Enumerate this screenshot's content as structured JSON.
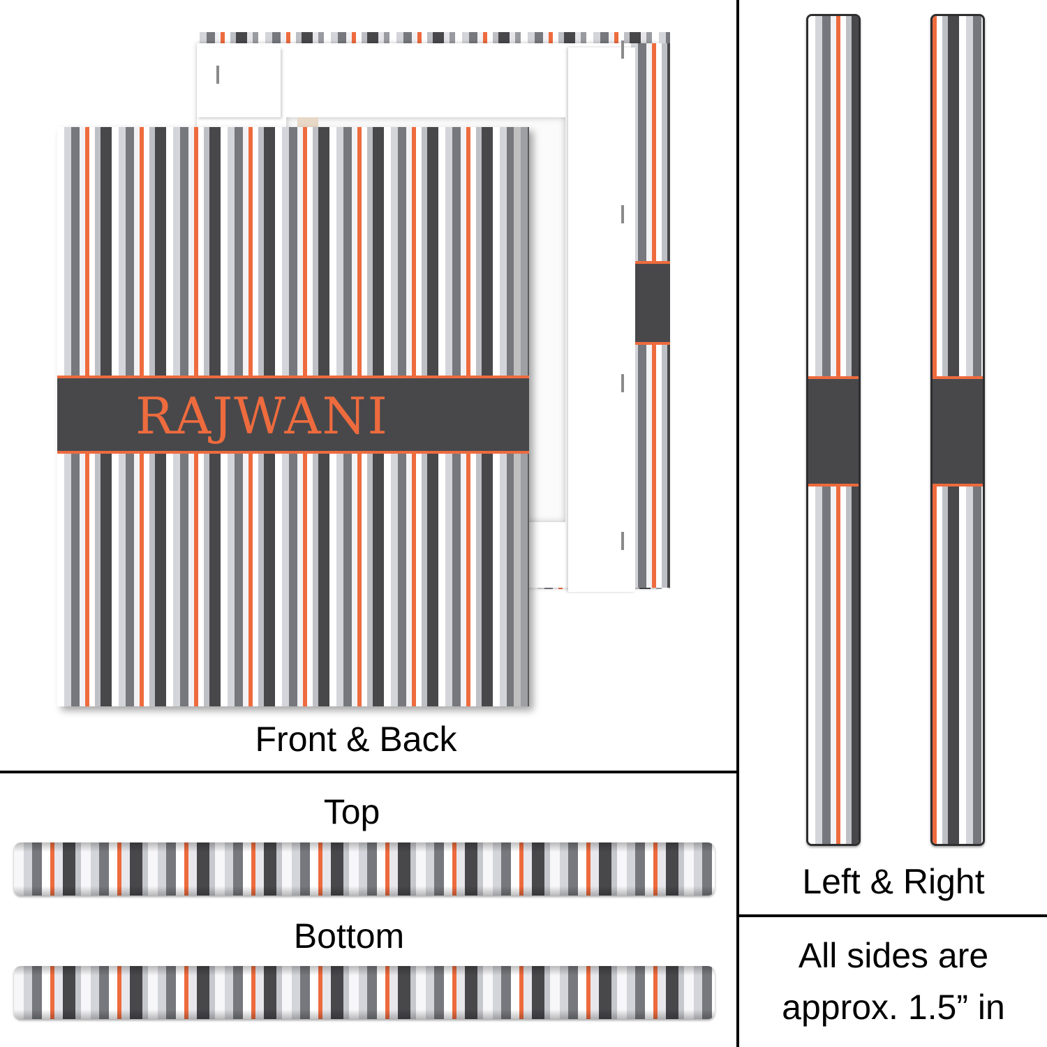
{
  "monogram": "RAJWANI",
  "labels": {
    "front_back": "Front & Back",
    "top": "Top",
    "bottom": "Bottom",
    "left_right": "Left & Right",
    "note_line1": "All sides are",
    "note_line2": "approx. 1.5” in"
  },
  "colors": {
    "accent": "#ee6b3e",
    "dark_gray": "#48484b",
    "mid_gray": "#77787d",
    "light_gray": "#d4d5da",
    "white": "#ffffff"
  }
}
